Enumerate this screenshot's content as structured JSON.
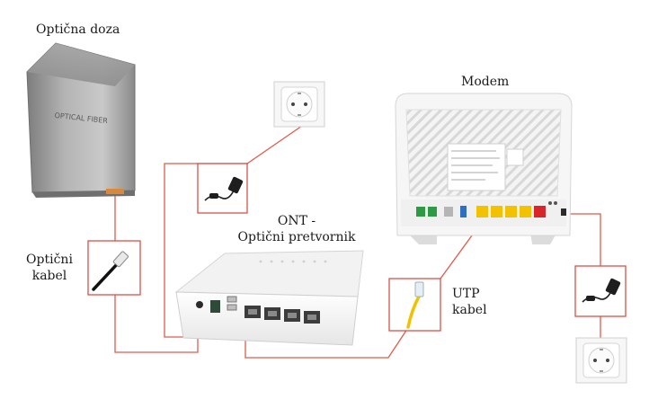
{
  "labels": {
    "opticna_doza": "Optična doza",
    "modem": "Modem",
    "ont_line1": "ONT -",
    "ont_line2": "Optični pretvornik",
    "opticni_kabel_line1": "Optični",
    "opticni_kabel_line2": "kabel",
    "utp_line1": "UTP",
    "utp_line2": "kabel"
  },
  "device_texts": {
    "fiber_box_text": "OPTICAL FIBER"
  },
  "colors": {
    "cable_line": "#e05a4a",
    "frame": "#d9443a",
    "utp_cable": "#f2c200",
    "port_yellow": "#f2c200",
    "port_green": "#2e9a45",
    "port_red": "#d9242a",
    "port_blue": "#2f6fc0"
  }
}
